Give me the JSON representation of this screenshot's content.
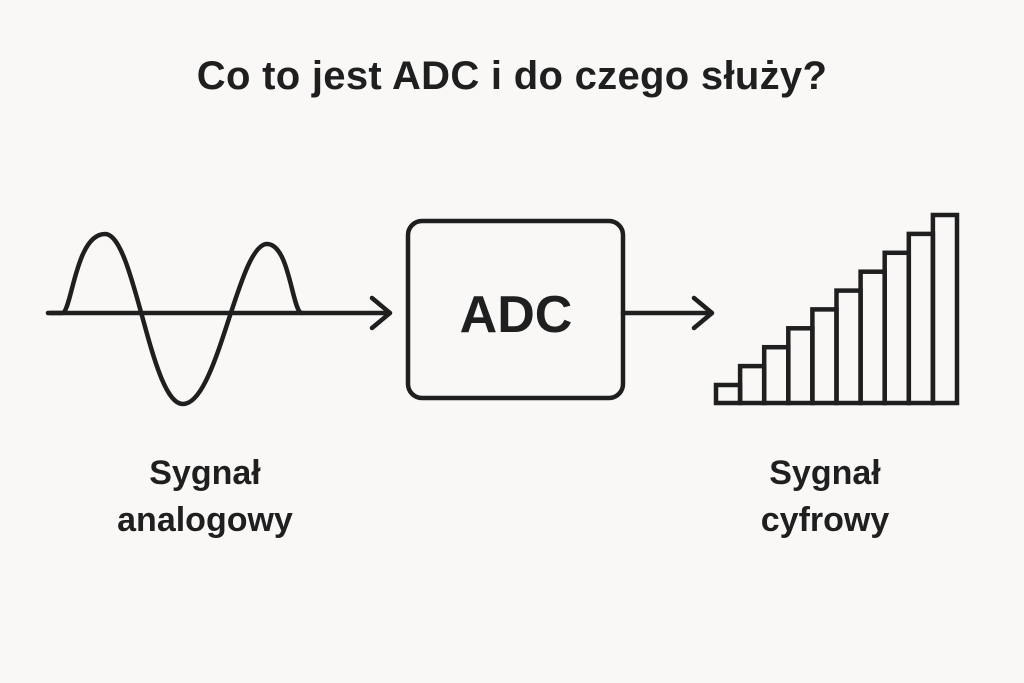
{
  "title": "Co to jest ADC i do czego służy?",
  "converter": {
    "label": "ADC"
  },
  "analog": {
    "label_line1": "Sygnał",
    "label_line2": "analogowy"
  },
  "digital": {
    "label_line1": "Sygnał",
    "label_line2": "cyfrowy",
    "steps": [
      1,
      2,
      3,
      4,
      5,
      6,
      7,
      8,
      9,
      10
    ]
  },
  "colors": {
    "stroke": "#1f1f1f",
    "background": "#f9f8f6"
  }
}
